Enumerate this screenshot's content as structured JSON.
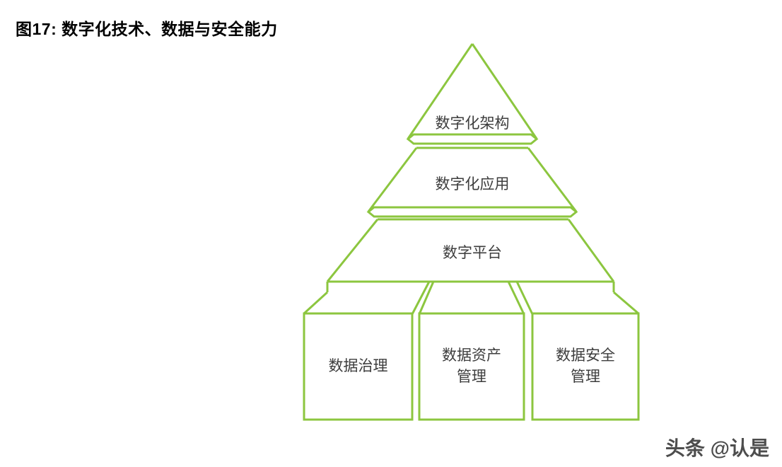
{
  "figure": {
    "title": "图17: 数字化技术、数据与安全能力",
    "watermark": "头条 @认是"
  },
  "colors": {
    "line": "#8CC63F",
    "title": "#000000",
    "label": "#3d3d3d",
    "watermark": "#4d4d4d"
  },
  "pyramid": {
    "tiers": [
      {
        "label": "数字化架构"
      },
      {
        "label": "数字化应用"
      },
      {
        "label": "数字平台"
      }
    ],
    "base_boxes": [
      {
        "label": "数据治理"
      },
      {
        "label": "数据资产\n管理"
      },
      {
        "label": "数据安全\n管理"
      }
    ]
  }
}
